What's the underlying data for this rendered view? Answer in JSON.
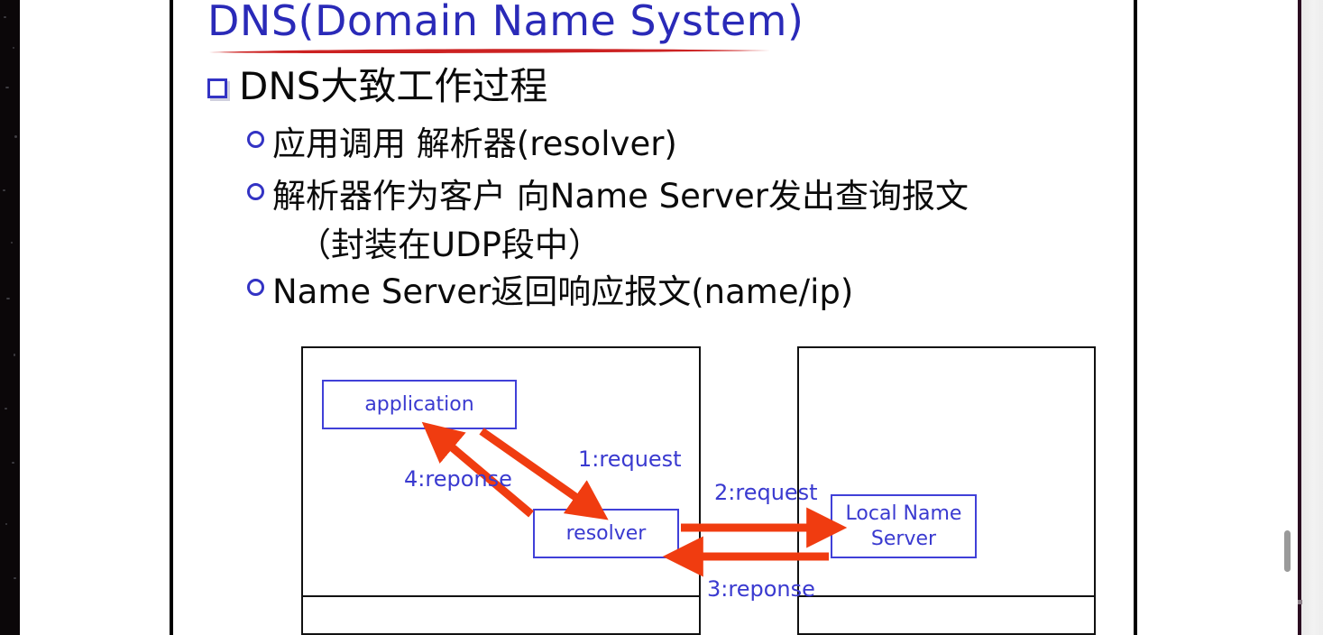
{
  "slide": {
    "title": "DNS(Domain Name System)",
    "heading": "DNS大致工作过程",
    "bullets": [
      {
        "text": "应用调用 解析器(resolver)",
        "continuation": null
      },
      {
        "text": "解析器作为客户 向Name Server发出查询报文",
        "continuation": "（封装在UDP段中）"
      },
      {
        "text": "Name Server返回响应报文(name/ip)",
        "continuation": null
      }
    ]
  },
  "diagram": {
    "nodes": [
      {
        "id": "application",
        "label": "application"
      },
      {
        "id": "resolver",
        "label": "resolver"
      },
      {
        "id": "local-name-server",
        "label": "Local Name\nServer"
      }
    ],
    "arrows": [
      {
        "id": "a1",
        "label": "1:request",
        "from": "application",
        "to": "resolver"
      },
      {
        "id": "a4",
        "label": "4:reponse",
        "from": "resolver",
        "to": "application"
      },
      {
        "id": "a2",
        "label": "2:request",
        "from": "resolver",
        "to": "local-name-server"
      },
      {
        "id": "a3",
        "label": "3:reponse",
        "from": "local-name-server",
        "to": "resolver"
      }
    ],
    "labels": {
      "a1": "1:request",
      "a4": "4:reponse",
      "a2": "2:request",
      "a3": "3:reponse"
    }
  },
  "colors": {
    "title_blue": "#2a2ab8",
    "underline_red": "#cc2222",
    "arrow_red": "#f03c10",
    "node_blue": "#3a3ad0",
    "text_black": "#0b0b0b"
  }
}
